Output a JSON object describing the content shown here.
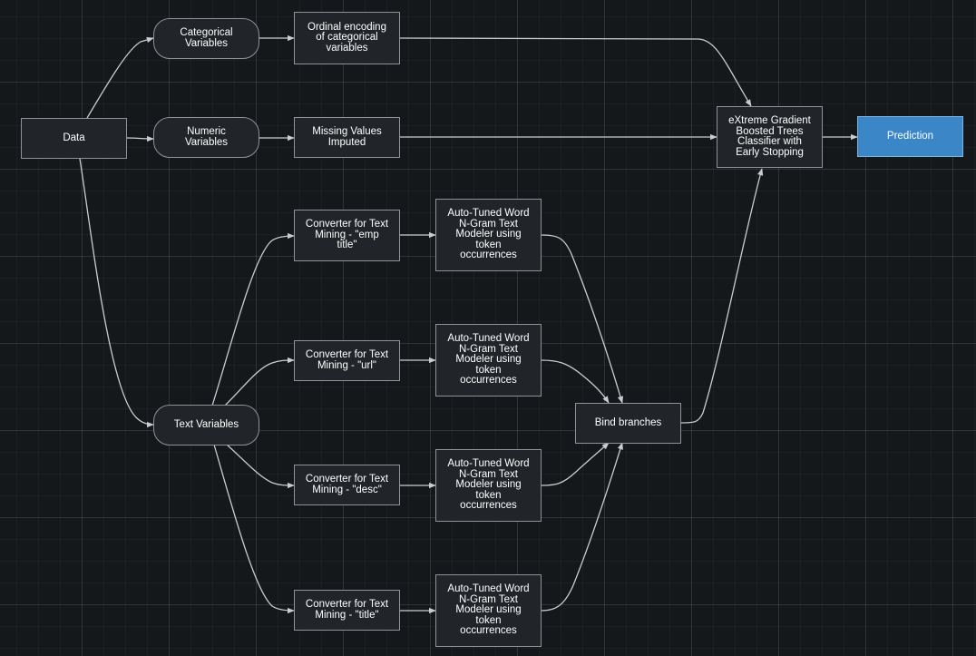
{
  "colors": {
    "background": "#15181b",
    "node_fill": "#212529",
    "node_border": "#8e9398",
    "edge": "#c9cdd1",
    "prediction_fill": "#3a86c6",
    "text": "#ffffff"
  },
  "nodes": {
    "data": "Data",
    "categorical_variables": "Categorical\nVariables",
    "numeric_variables": "Numeric\nVariables",
    "text_variables": "Text Variables",
    "ordinal_encoding": "Ordinal encoding\nof categorical\nvariables",
    "missing_values": "Missing Values\nImputed",
    "converter_emp_title": "Converter for Text\nMining - \"emp\ntitle\"",
    "converter_url": "Converter for Text\nMining - \"url\"",
    "converter_desc": "Converter for Text\nMining - \"desc\"",
    "converter_title": "Converter for Text\nMining - \"title\"",
    "ngram_emp_title": "Auto-Tuned Word\nN-Gram Text\nModeler using\ntoken\noccurrences",
    "ngram_url": "Auto-Tuned Word\nN-Gram Text\nModeler using\ntoken\noccurrences",
    "ngram_desc": "Auto-Tuned Word\nN-Gram Text\nModeler using\ntoken\noccurrences",
    "ngram_title": "Auto-Tuned Word\nN-Gram Text\nModeler using\ntoken\noccurrences",
    "bind_branches": "Bind branches",
    "xgboost": "eXtreme Gradient\nBoosted Trees\nClassifier with\nEarly Stopping",
    "prediction": "Prediction"
  },
  "edges": [
    [
      "data",
      "categorical_variables"
    ],
    [
      "data",
      "numeric_variables"
    ],
    [
      "data",
      "text_variables"
    ],
    [
      "categorical_variables",
      "ordinal_encoding"
    ],
    [
      "numeric_variables",
      "missing_values"
    ],
    [
      "ordinal_encoding",
      "xgboost"
    ],
    [
      "missing_values",
      "xgboost"
    ],
    [
      "text_variables",
      "converter_emp_title"
    ],
    [
      "text_variables",
      "converter_url"
    ],
    [
      "text_variables",
      "converter_desc"
    ],
    [
      "text_variables",
      "converter_title"
    ],
    [
      "converter_emp_title",
      "ngram_emp_title"
    ],
    [
      "converter_url",
      "ngram_url"
    ],
    [
      "converter_desc",
      "ngram_desc"
    ],
    [
      "converter_title",
      "ngram_title"
    ],
    [
      "ngram_emp_title",
      "bind_branches"
    ],
    [
      "ngram_url",
      "bind_branches"
    ],
    [
      "ngram_desc",
      "bind_branches"
    ],
    [
      "ngram_title",
      "bind_branches"
    ],
    [
      "bind_branches",
      "xgboost"
    ],
    [
      "xgboost",
      "prediction"
    ]
  ]
}
